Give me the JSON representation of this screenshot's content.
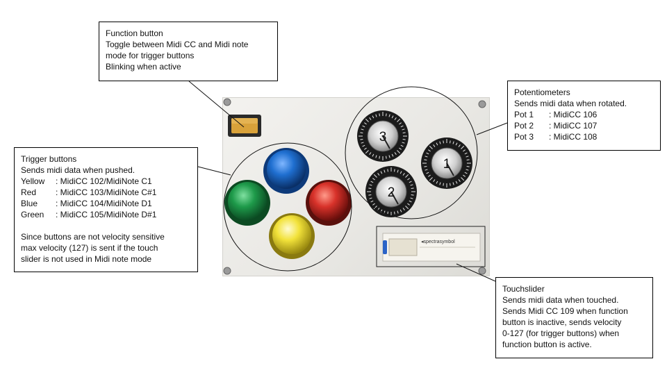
{
  "callouts": {
    "function": {
      "lines": [
        "Function button",
        "Toggle between Midi CC and Midi note",
        "mode for trigger buttons",
        "Blinking when active"
      ]
    },
    "potentiometers": {
      "title": "Potentiometers",
      "desc": "Sends midi data when rotated.",
      "rows": [
        {
          "key": "Pot 1",
          "value": ": MidiCC 106"
        },
        {
          "key": "Pot 2",
          "value": ": MidiCC 107"
        },
        {
          "key": "Pot 3",
          "value": ": MidiCC 108"
        }
      ]
    },
    "trigger": {
      "title": "Trigger buttons",
      "desc": "Sends midi data when pushed.",
      "rows": [
        {
          "key": "Yellow",
          "value": ": MidiCC 102/MidiNote C1"
        },
        {
          "key": "Red",
          "value": ": MidiCC 103/MidiNote C#1"
        },
        {
          "key": "Blue",
          "value": ": MidiCC 104/MidiNote D1"
        },
        {
          "key": "Green",
          "value": ": MidiCC 105/MidiNote D#1"
        }
      ],
      "note": [
        "Since buttons are not velocity sensitive",
        "max velocity (127) is sent if the touch",
        "slider is not used in Midi note mode"
      ]
    },
    "touchslider": {
      "lines": [
        "Touchslider",
        "Sends midi data when touched.",
        "Sends Midi CC 109 when function",
        "button is inactive, sends velocity",
        "0-127 (for trigger buttons) when",
        "function button is active."
      ]
    }
  },
  "device": {
    "knob_labels": [
      "1",
      "2",
      "3"
    ],
    "slider_brand": "spectrasymbol",
    "colors": {
      "function_button": "#d9a23a",
      "blue": "#1f6fd0",
      "green": "#1e9a4a",
      "red": "#d8322a",
      "yellow": "#f2e23a"
    }
  }
}
